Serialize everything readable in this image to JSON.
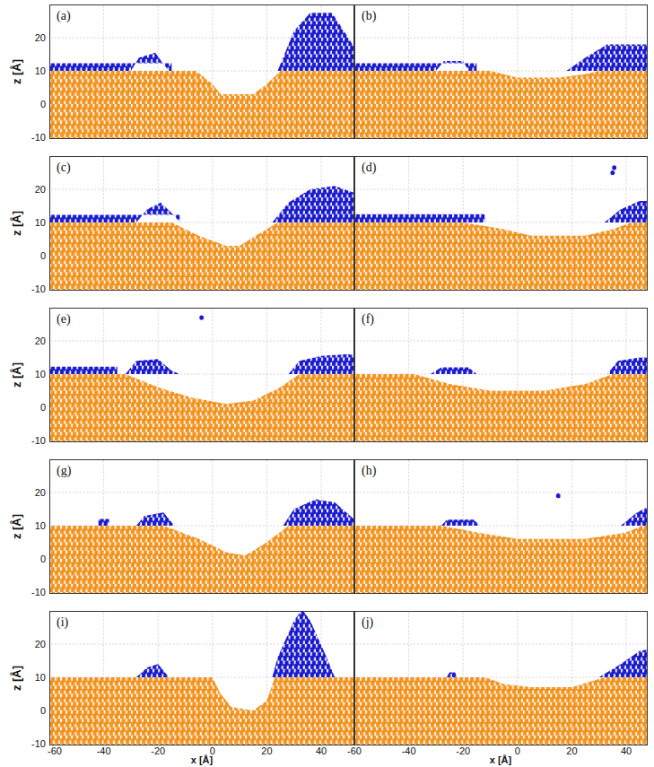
{
  "diagram": {
    "labels": [
      "(a)",
      "(b)",
      "(c)",
      "(d)",
      "(e)",
      "(f)",
      "(g)",
      "(h)",
      "(i)",
      "(j)",
      "z [Å]",
      "z [Å]",
      "z [Å]",
      "z [Å]",
      "z [Å]",
      "20",
      "10",
      "0",
      "-10",
      "20",
      "10",
      "0",
      "-10",
      "20",
      "10",
      "0",
      "-10",
      "20",
      "10",
      "0",
      "-10",
      "20",
      "10",
      "0",
      "-10",
      "-60",
      "-40",
      "-20",
      "0",
      "20",
      "40",
      "-60",
      "-40",
      "-20",
      "0",
      "20",
      "40",
      "x [Å]",
      "x [Å]"
    ]
  }
}
